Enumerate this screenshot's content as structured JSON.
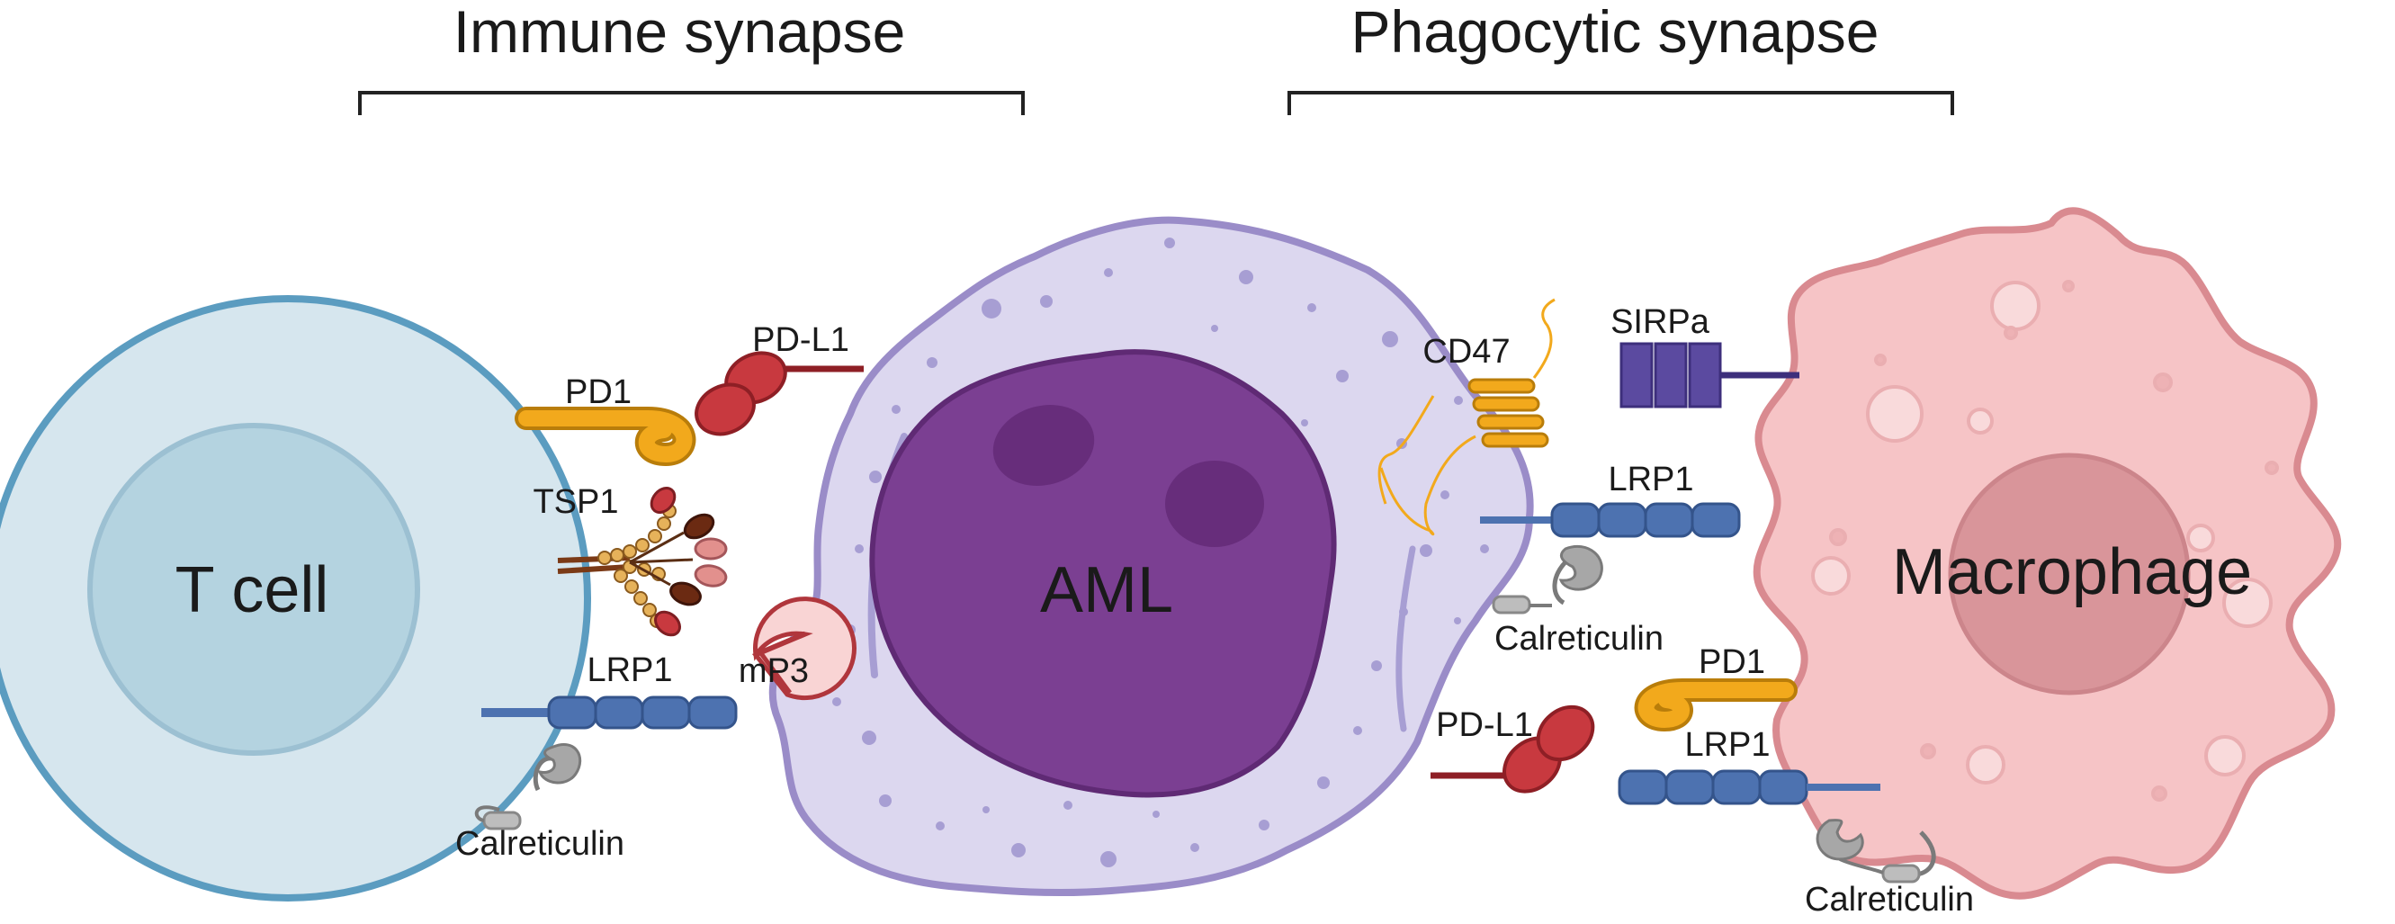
{
  "headers": {
    "immune": "Immune synapse",
    "phagocytic": "Phagocytic synapse"
  },
  "cells": {
    "t_cell": "T cell",
    "aml": "AML",
    "macrophage": "Macrophage"
  },
  "labels": {
    "pd1_t": "PD1",
    "pdl1_top": "PD-L1",
    "tsp1": "TSP1",
    "mp3": "mP3",
    "lrp1_t": "LRP1",
    "calreticulin_t": "Calreticulin",
    "cd47": "CD47",
    "sirpa": "SIRPa",
    "lrp1_aml": "LRP1",
    "calreticulin_aml": "Calreticulin",
    "pd1_mac": "PD1",
    "pdl1_bottom": "PD-L1",
    "lrp1_mac": "LRP1",
    "calreticulin_mac": "Calreticulin"
  },
  "colors": {
    "t_cell_membrane": "#5b9cc0",
    "t_cell_fill": "#d6e6ee",
    "t_cell_nucleus": "#b4d3e0",
    "aml_membrane": "#9a8cc8",
    "aml_fill": "#dcd7ef",
    "aml_nucleus": "#7b3f92",
    "macrophage_membrane": "#d98a90",
    "macrophage_fill": "#f6c4c6",
    "macrophage_nucleus": "#d9959a",
    "pd1": "#f2a91c",
    "pdl1": "#c8393f",
    "lrp1": "#4d72b0",
    "sirpa": "#5b4aa0",
    "calreticulin": "#a7a7a7"
  }
}
